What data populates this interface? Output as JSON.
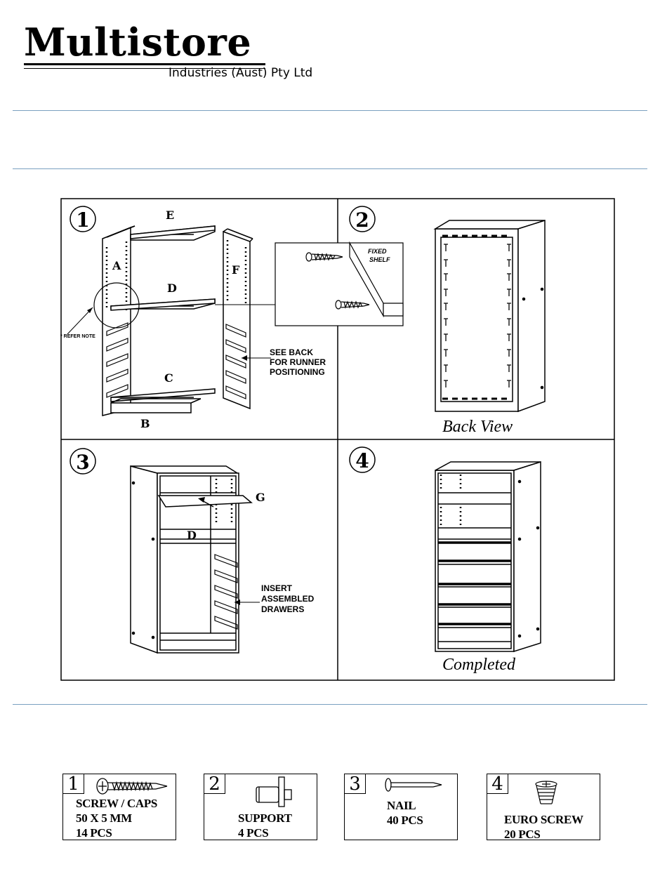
{
  "header": {
    "brand": "Multistore",
    "subtitle": "Industries (Aust) Pty Ltd"
  },
  "diagram": {
    "steps": [
      "1",
      "2",
      "3",
      "4"
    ],
    "step1": {
      "labels": {
        "a": "A",
        "b": "B",
        "c": "C",
        "d": "D",
        "e": "E",
        "f": "F"
      },
      "refer_note": "* REFER NOTE",
      "fixed_shelf_1": "FIXED",
      "fixed_shelf_2": "SHELF",
      "see_back_1": "SEE BACK",
      "see_back_2": "FOR RUNNER",
      "see_back_3": "POSITIONING"
    },
    "step2": {
      "caption": "Back View"
    },
    "step3": {
      "label_g": "G",
      "label_d": "D",
      "insert_1": "INSERT",
      "insert_2": "ASSEMBLED",
      "insert_3": "DRAWERS"
    },
    "step4": {
      "caption": "Completed"
    }
  },
  "parts": [
    {
      "number": "1",
      "icon": "screw-icon",
      "lines": [
        "SCREW / CAPS",
        "50 X 5 MM",
        "14 PCS"
      ]
    },
    {
      "number": "2",
      "icon": "support-icon",
      "lines": [
        "SUPPORT",
        "4 PCS"
      ]
    },
    {
      "number": "3",
      "icon": "nail-icon",
      "lines": [
        "NAIL",
        "40 PCS"
      ]
    },
    {
      "number": "4",
      "icon": "euro-screw-icon",
      "lines": [
        "EURO SCREW",
        "20 PCS"
      ]
    }
  ]
}
